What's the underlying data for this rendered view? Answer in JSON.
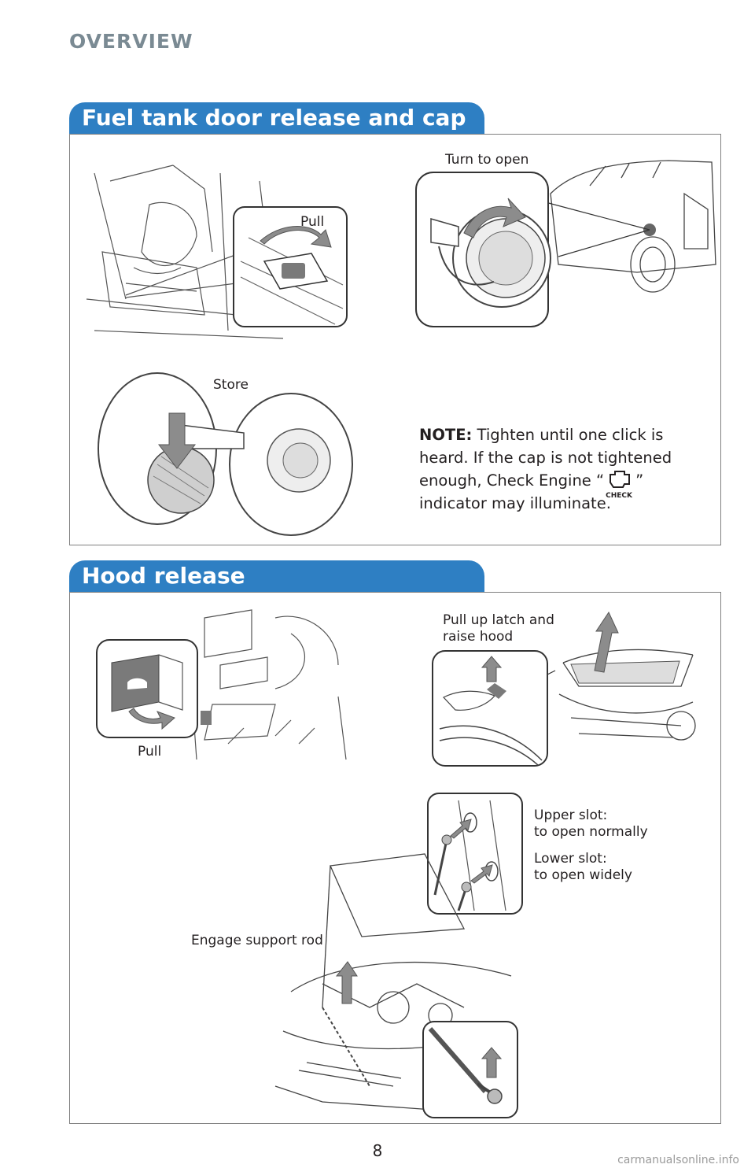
{
  "header": {
    "section": "OVERVIEW"
  },
  "fuel": {
    "title": "Fuel tank door release and cap",
    "pull_label": "Pull",
    "turn_label": "Turn to open",
    "store_label": "Store",
    "note_prefix": "NOTE:",
    "note_line1": "Tighten until one click is",
    "note_line2": "heard. If the cap is not tightened",
    "note_line3a": "enough, Check Engine “",
    "note_line3b": "”",
    "note_line4": "indicator may illuminate.",
    "check_icon_text": "CHECK"
  },
  "hood": {
    "title": "Hood release",
    "pull_label": "Pull",
    "latch_line1": "Pull up latch and",
    "latch_line2": "raise hood",
    "upper_line1": "Upper slot:",
    "upper_line2": "to open normally",
    "lower_line1": "Lower slot:",
    "lower_line2": "to open widely",
    "support_label": "Engage support rod"
  },
  "footer": {
    "page_number": "8",
    "watermark": "carmanualsonline.info"
  },
  "colors": {
    "accent": "#2e7fc3",
    "header_gray": "#7a8a93",
    "arrow_gray": "#8c8c8c"
  }
}
